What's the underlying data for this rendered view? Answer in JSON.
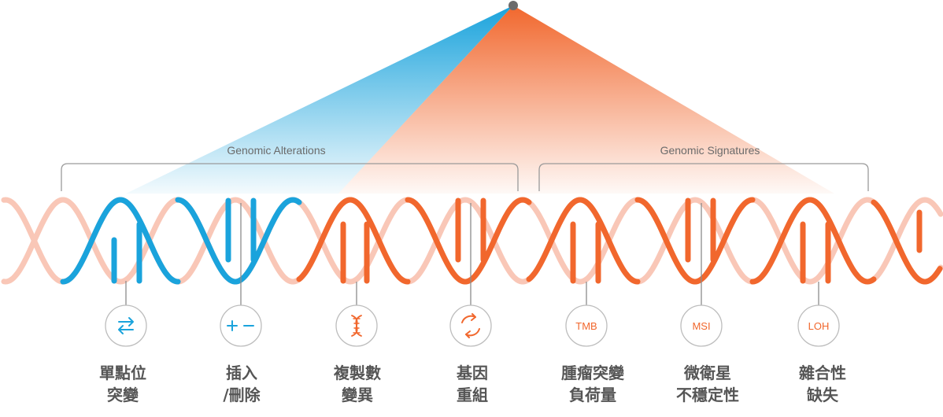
{
  "colors": {
    "blue": "#1aa3dc",
    "orange": "#f1672d",
    "pink": "#f9c7b7",
    "gray_line": "#8c8c8c",
    "label_text": "#555555"
  },
  "brackets": {
    "alterations": "Genomic Alterations",
    "signatures": "Genomic Signatures"
  },
  "markers": [
    {
      "icon": "swap-arrows-icon",
      "icon_text": "",
      "color": "#1aa3dc",
      "line1": "單點位",
      "line2": "突變"
    },
    {
      "icon": "plus-minus-icon",
      "icon_text": "",
      "color": "#1aa3dc",
      "line1": "插入",
      "line2": "/刪除"
    },
    {
      "icon": "dna-icon",
      "icon_text": "",
      "color": "#f1672d",
      "line1": "複製數",
      "line2": "變異"
    },
    {
      "icon": "rearrange-cycle-icon",
      "icon_text": "",
      "color": "#f1672d",
      "line1": "基因",
      "line2": "重組"
    },
    {
      "icon": "tmb-icon",
      "icon_text": "TMB",
      "color": "#f1672d",
      "line1": "腫瘤突變",
      "line2": "負荷量"
    },
    {
      "icon": "msi-icon",
      "icon_text": "MSI",
      "color": "#f1672d",
      "line1": "微衛星",
      "line2": "不穩定性"
    },
    {
      "icon": "loh-icon",
      "icon_text": "LOH",
      "color": "#f1672d",
      "line1": "雜合性",
      "line2": "缺失"
    }
  ]
}
